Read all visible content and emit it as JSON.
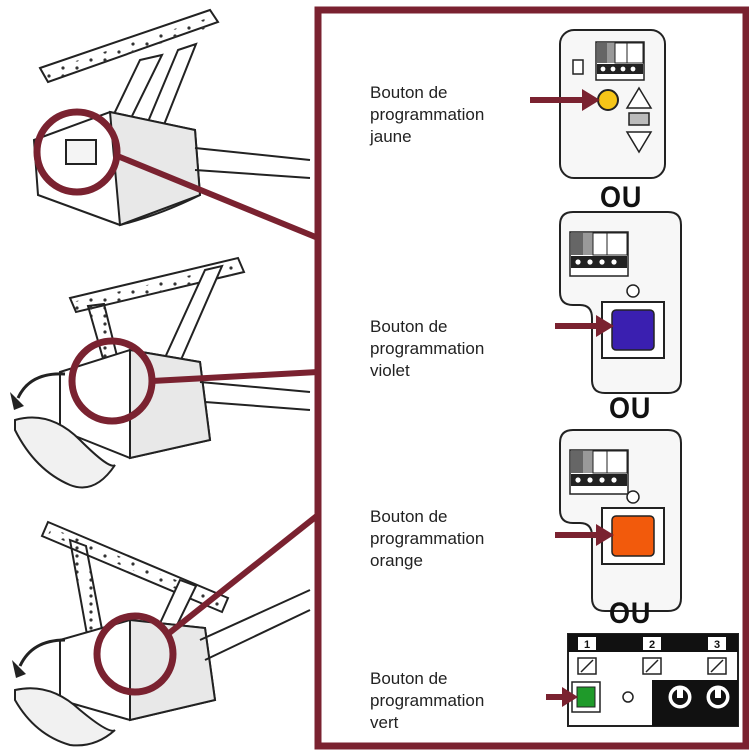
{
  "colors": {
    "frame": "#7a2230",
    "yellow_button": "#f5c518",
    "violet_button": "#3a1fb0",
    "orange_button": "#f25a0c",
    "green_button": "#1f9a2a"
  },
  "labels": {
    "yellow": [
      "Bouton de",
      "programmation",
      "jaune"
    ],
    "violet": [
      "Bouton de",
      "programmation",
      "violet"
    ],
    "orange": [
      "Bouton de",
      "programmation",
      "orange"
    ],
    "green": [
      "Bouton de",
      "programmation",
      "vert"
    ]
  },
  "separator": "OU",
  "panel_numbers": [
    "1",
    "2",
    "3"
  ],
  "icons": [
    "garage-door-opener-illustration",
    "circular-arrow-icon",
    "pointer-arrow-icon",
    "terminal-block-icon",
    "up-arrow-icon",
    "down-arrow-icon",
    "dial-icon"
  ]
}
